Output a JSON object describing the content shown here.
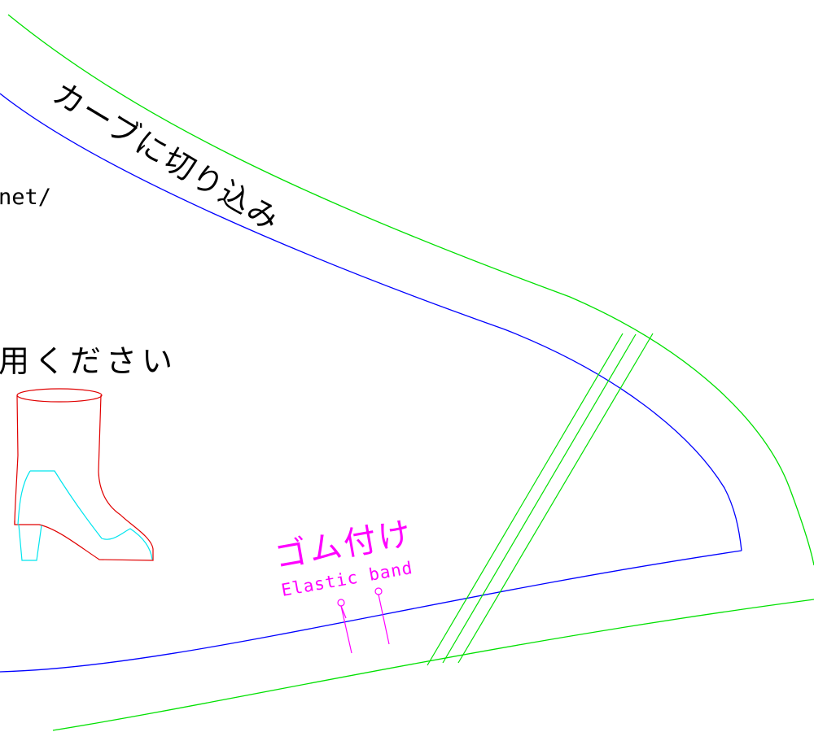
{
  "labels": {
    "curve_instruction": "カーブに切り込み",
    "url_fragment": "net/",
    "usage_note": "用ください",
    "elastic_jp": "ゴム付け",
    "elastic_en": "Elastic band"
  },
  "colors": {
    "background": "#ffffff",
    "seam_allowance": "#00e000",
    "stitch_line": "#0000ff",
    "label_text": "#000000",
    "annotation": "#ff00ff",
    "boot_outline": "#e00000",
    "boot_detail": "#00e5ee"
  },
  "icons": {
    "boot": "boot-icon",
    "pin_left": "pin-icon",
    "pin_right": "pin-icon"
  }
}
